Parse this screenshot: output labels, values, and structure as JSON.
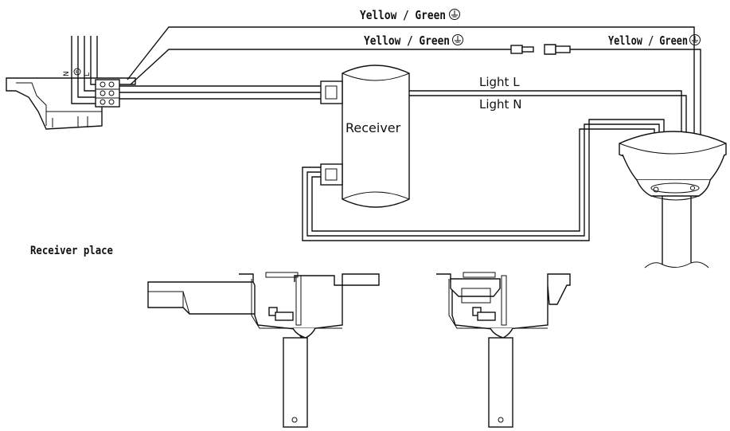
{
  "labels": {
    "yellow_green_top": "Yellow / Green",
    "yellow_green_mid": "Yellow / Green",
    "yellow_green_right": "Yellow / Green",
    "light_l": "Light L",
    "light_n": "Light N",
    "receiver": "Receiver",
    "receiver_place": "Receiver place",
    "terminal_n": "N",
    "terminal_l": "L"
  },
  "icons": {
    "ground": "ground-symbol-icon"
  },
  "colors": {
    "line": "#111111",
    "background": "#ffffff"
  }
}
